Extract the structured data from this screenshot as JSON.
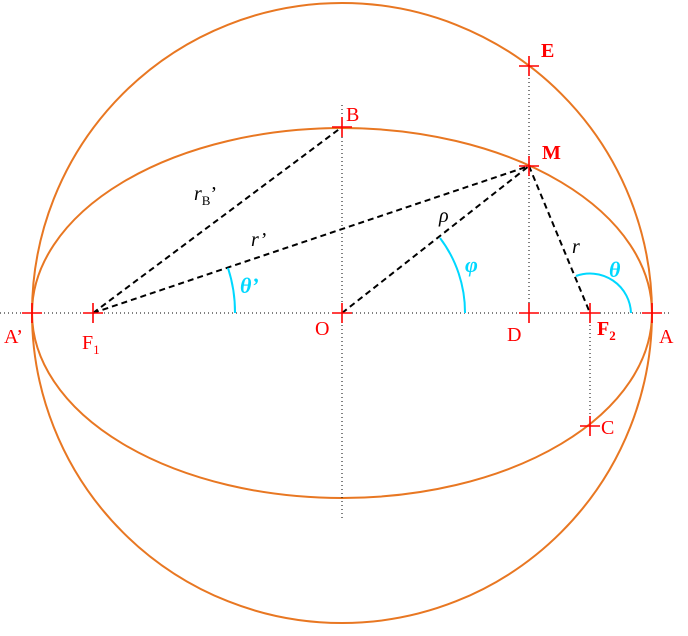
{
  "points": {
    "A_prime": "A’",
    "F1_main": "F",
    "F1_sub": "1",
    "O": "O",
    "D": "D",
    "F2_main": "F",
    "F2_sub": "2",
    "A": "A",
    "B": "B",
    "C": "C",
    "E": "E",
    "M": "M"
  },
  "segments": {
    "rB_main": "r",
    "rB_sub": "B",
    "rB_prime": "’",
    "r_prime": "r’",
    "rho": "ρ",
    "r": "r"
  },
  "angles": {
    "theta_prime": "θ’",
    "phi": "φ",
    "theta": "θ"
  },
  "colors": {
    "orbit": "#E87722",
    "points": "#FF0000",
    "angles": "#00D8FF",
    "lines": "#000000"
  }
}
